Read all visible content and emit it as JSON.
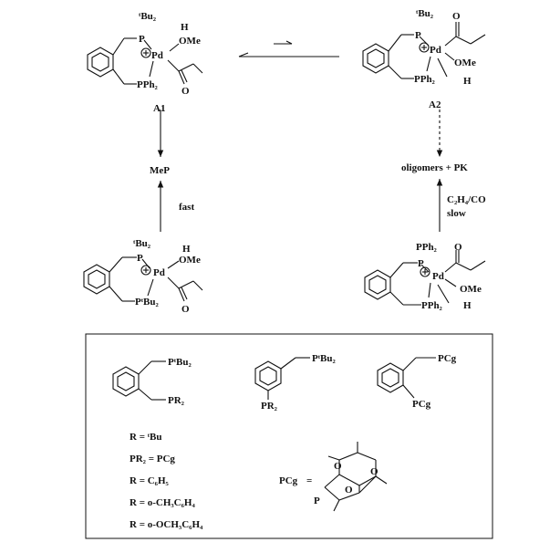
{
  "A1": {
    "tbu": "ᵗBu₂",
    "H": "H",
    "OMe": "OMe",
    "P": "P",
    "Pd": "Pd",
    "PPh2": "PPh₂",
    "O": "O",
    "label": "A1"
  },
  "A2": {
    "tbu": "ᵗBu₂",
    "O": "O",
    "P": "P",
    "Pd": "Pd",
    "OMe": "OMe",
    "PPh2": "PPh₂",
    "H": "H",
    "label": "A2"
  },
  "B1": {
    "tbu": "ᵗBu₂",
    "H": "H",
    "OMe": "OMe",
    "P": "P",
    "Pd": "Pd",
    "PtBu2": "PᵗBu₂",
    "O": "O"
  },
  "B2": {
    "PPh2_top": "PPh₂",
    "O": "O",
    "P": "P",
    "Pd": "Pd",
    "OMe": "OMe",
    "PPh2": "PPh₂",
    "H": "H"
  },
  "arrows": {
    "mep": "MeP",
    "fast": "fast",
    "oligomers": "oligomers + PK",
    "c2h4co": "C₂H₄/CO",
    "slow": "slow"
  },
  "legend": {
    "L1a": "PᵗBu₂",
    "L1b": "PR₂",
    "L2a": "PᵗBu₂",
    "L2b": "PR₂",
    "L3a": "PCg",
    "L3b": "PCg",
    "r1": "R = ᵗBu",
    "r2": "PR₂ = PCg",
    "r3": "R = C₆H₅",
    "r4": "R = o-CH₃C₆H₄",
    "r5": "R = o-OCH₃C₆H₄",
    "pcg_label": "PCg",
    "pcg_eq": "=",
    "pcg_P": "P",
    "pcg_O1": "O",
    "pcg_O2": "O",
    "pcg_O3": "O"
  }
}
